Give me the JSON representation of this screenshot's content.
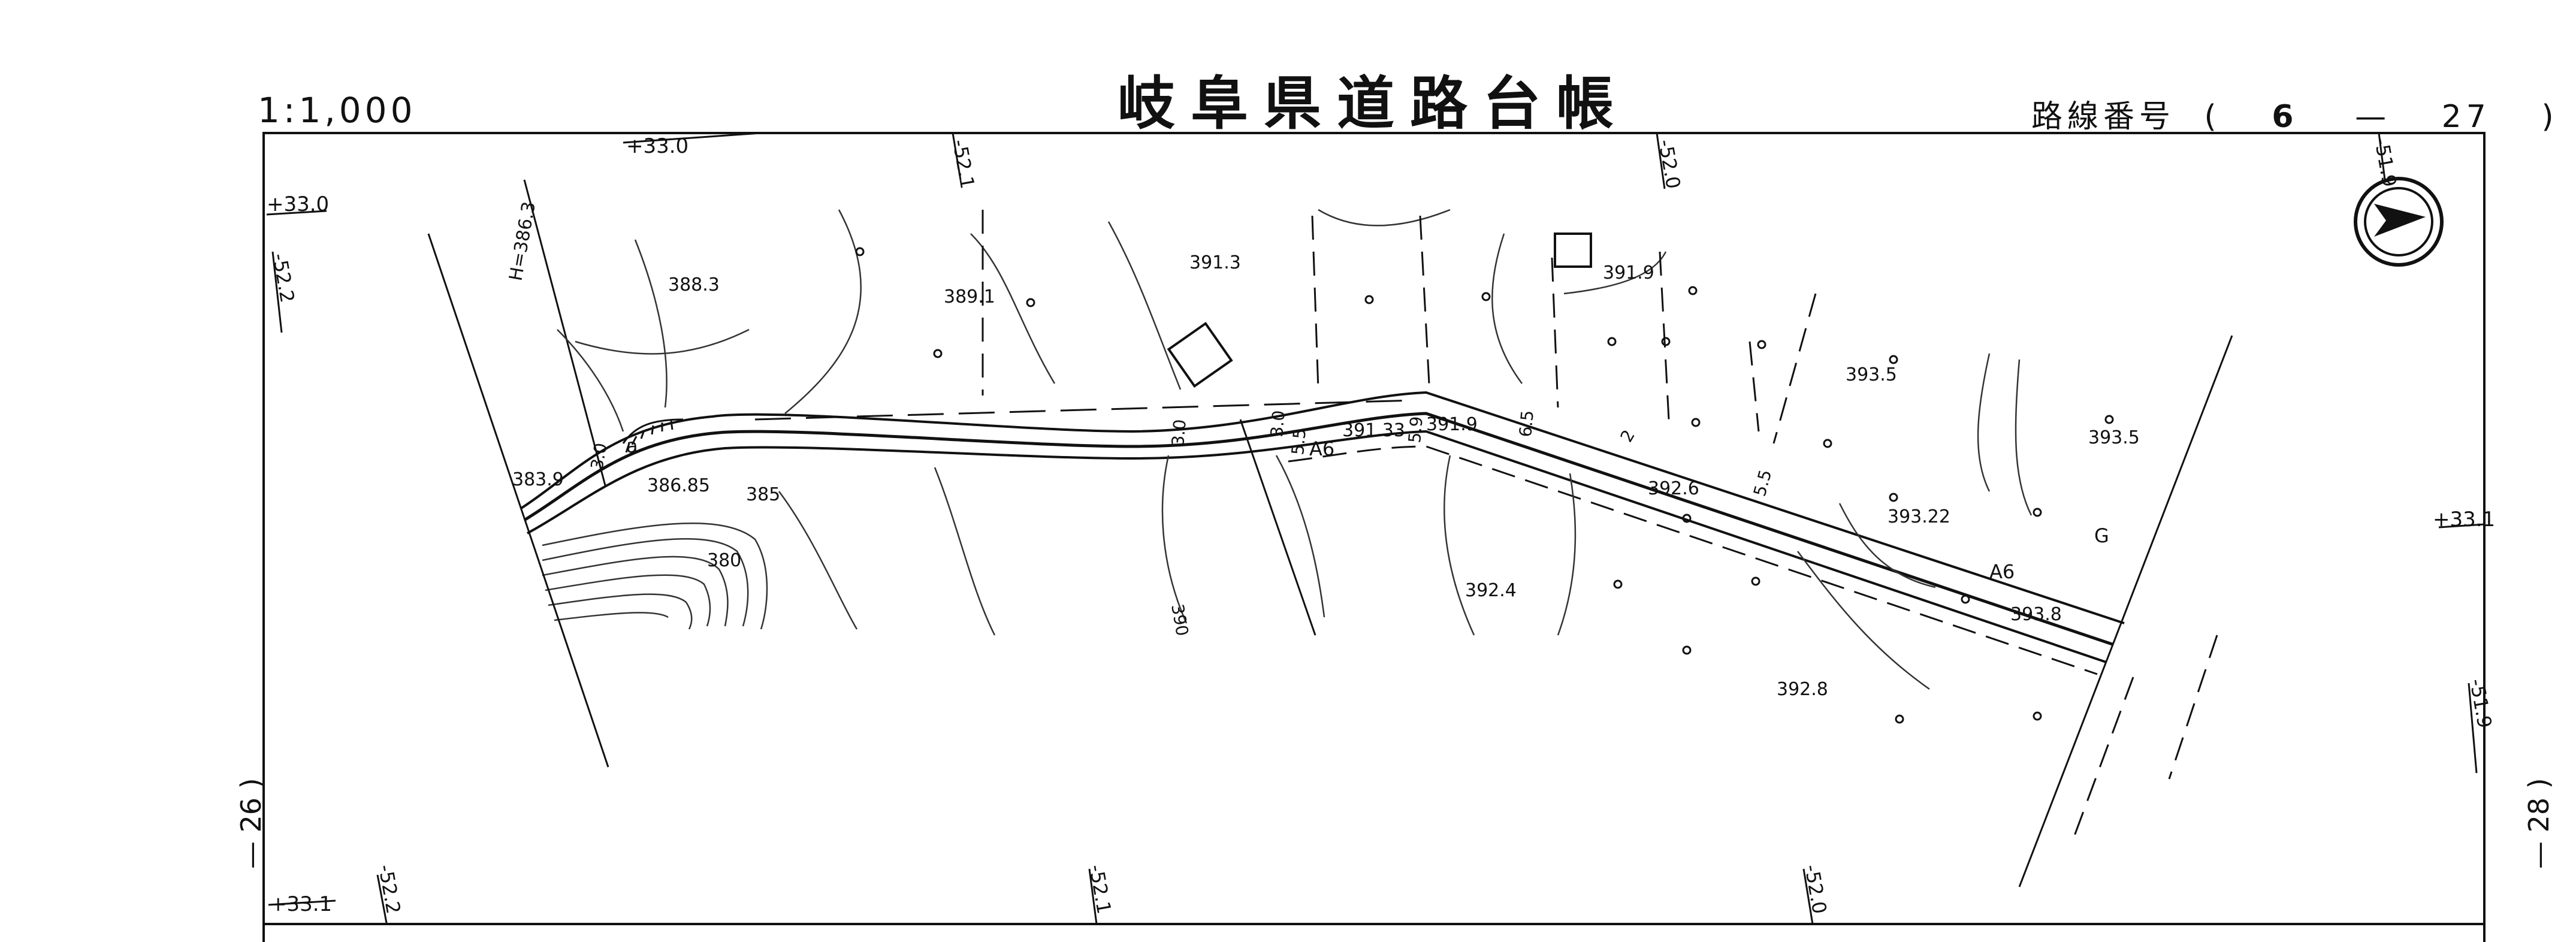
{
  "header": {
    "title": "岐阜県道路台帳",
    "scale": "1:1,000",
    "route_label": "路線番号",
    "route_paren_open": "(",
    "route_num_a": "6",
    "route_dash": "—",
    "route_num_b": "27",
    "route_paren_close": ")"
  },
  "sheet_refs": {
    "left": "— 26 )",
    "right": "— 28 )"
  },
  "grid_labels": {
    "top_plus": "+33.0",
    "left_plus": "+33.0",
    "bottom_plus": "+33.1",
    "right_plus": "+33.1",
    "e_52_1_top": "-52.1",
    "e_52_0_top": "-52.0",
    "e_51_9_top": "-51.9",
    "e_52_2_left": "-52.2",
    "e_52_2_bottom": "-52.2",
    "e_52_1_bottom": "-52.1",
    "e_52_0_bottom": "-52.0",
    "e_51_9_right": "-51.9"
  },
  "benchmark": "H=386.3",
  "elevations": [
    "388.3",
    "389.1",
    "391.3",
    "391.9",
    "393.5",
    "393.5",
    "383.9",
    "386.85",
    "385",
    "380",
    "391.33",
    "391.9",
    "392.6",
    "393.22",
    "393.8",
    "392.4",
    "392.8",
    "390"
  ],
  "road_widths": [
    "3.0",
    "3.0",
    "3.0",
    "5.5",
    "5.9",
    "6.5",
    "5.5",
    "2"
  ],
  "symbols": {
    "a6_left": "A6",
    "a6_right": "A6",
    "g": "G",
    "a_mark": "a"
  },
  "colors": {
    "ink": "#111111",
    "paper": "#ffffff"
  },
  "icons": [
    "north-arrow-icon",
    "building-icon",
    "vegetation-symbol-icon"
  ]
}
